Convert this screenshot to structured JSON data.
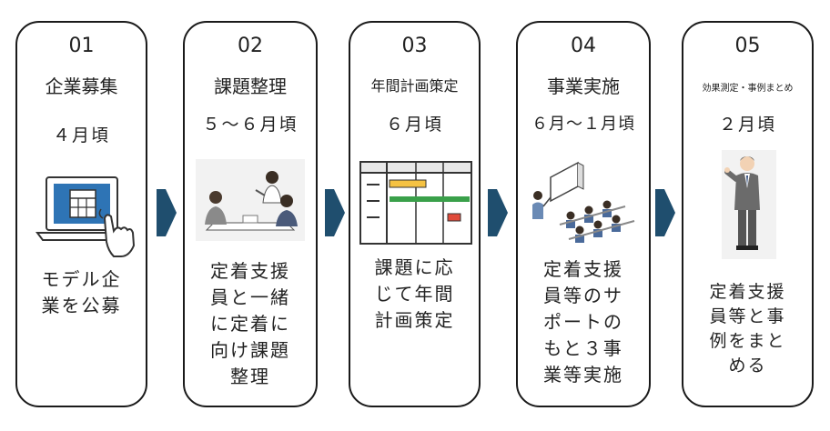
{
  "steps": [
    {
      "num": "01",
      "title": "企業募集",
      "period": "４月頃",
      "desc": [
        "モデル企",
        "業を公募"
      ],
      "illustration": "laptop-touch-icon"
    },
    {
      "num": "02",
      "title": "課題整理",
      "period": "５～６月頃",
      "desc": [
        "定着支援",
        "員と一緒",
        "に定着に",
        "向け課題",
        "整理"
      ],
      "illustration": "meeting-people-illustration"
    },
    {
      "num": "03",
      "title": "年間計画策定",
      "period": "６月頃",
      "desc": [
        "課題に応",
        "じて年間",
        "計画策定"
      ],
      "illustration": "gantt-chart-icon"
    },
    {
      "num": "04",
      "title": "事業実施",
      "period": "６月～１月頃",
      "desc": [
        "定着支援",
        "員等のサ",
        "ポートの",
        "もと３事",
        "業等実施"
      ],
      "illustration": "classroom-illustration"
    },
    {
      "num": "05",
      "title": "効果測定・事例まとめ",
      "period": "２月頃",
      "desc": [
        "定着支援",
        "員等と事",
        "例をまと",
        "める"
      ],
      "illustration": "presenter-man-illustration"
    }
  ],
  "colors": {
    "arrow": "#1f4e6e",
    "border": "#1a1a1a",
    "screen": "#2e74b5"
  }
}
